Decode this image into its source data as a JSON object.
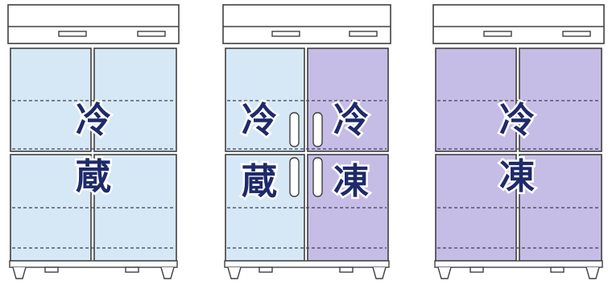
{
  "colors": {
    "outline": "#404040",
    "dashes": "#3f3f58",
    "refrigerate_panel": "#d6e8f5",
    "freeze_panel": "#c6bde6",
    "label_text": "#1e2a6a",
    "cabinet_top": "#ffffff"
  },
  "units": [
    {
      "left_zone": "refrigerate",
      "right_zone": "refrigerate",
      "labels": [
        {
          "line1": "冷",
          "line2": "蔵"
        }
      ]
    },
    {
      "left_zone": "refrigerate",
      "right_zone": "freeze",
      "labels": [
        {
          "line1": "冷",
          "line2": "蔵"
        },
        {
          "line1": "冷",
          "line2": "凍"
        }
      ]
    },
    {
      "left_zone": "freeze",
      "right_zone": "freeze",
      "labels": [
        {
          "line1": "冷",
          "line2": "凍"
        }
      ]
    }
  ]
}
